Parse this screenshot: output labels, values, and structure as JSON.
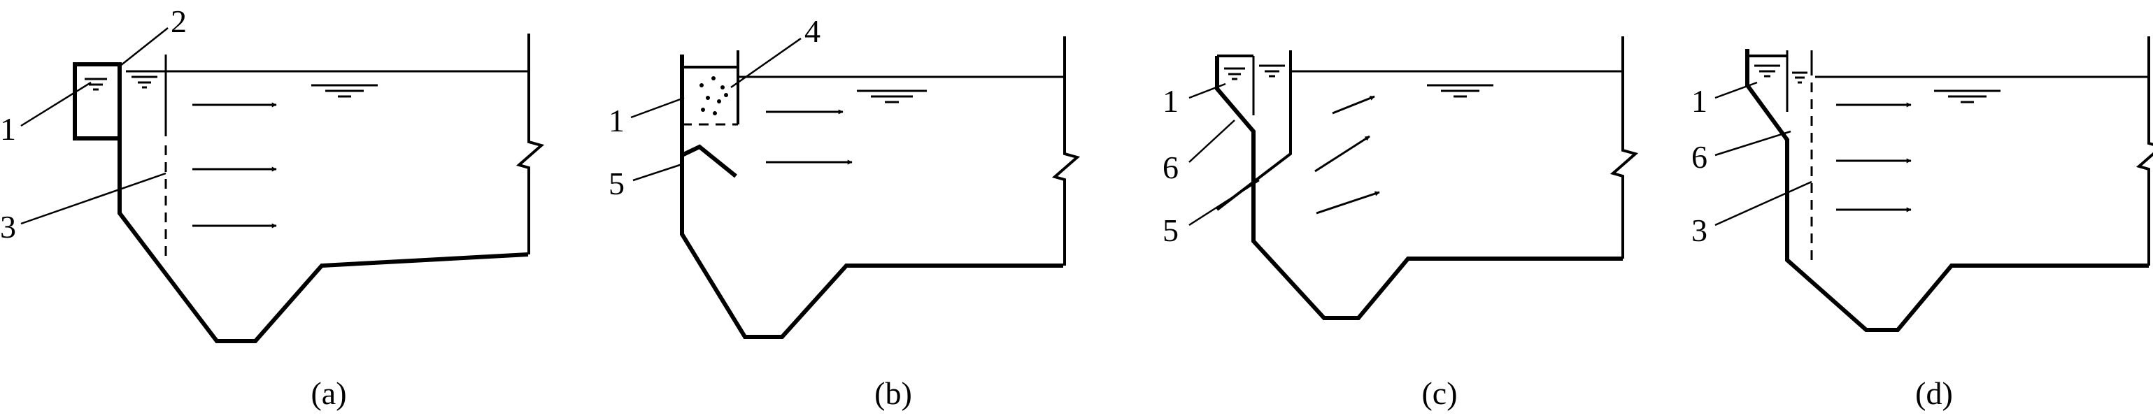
{
  "panels": [
    {
      "caption": "(a)",
      "labels": [
        "1",
        "2",
        "3"
      ]
    },
    {
      "caption": "(b)",
      "labels": [
        "1",
        "4",
        "5"
      ]
    },
    {
      "caption": "(c)",
      "labels": [
        "1",
        "6",
        "5"
      ]
    },
    {
      "caption": "(d)",
      "labels": [
        "1",
        "6",
        "3"
      ]
    }
  ]
}
